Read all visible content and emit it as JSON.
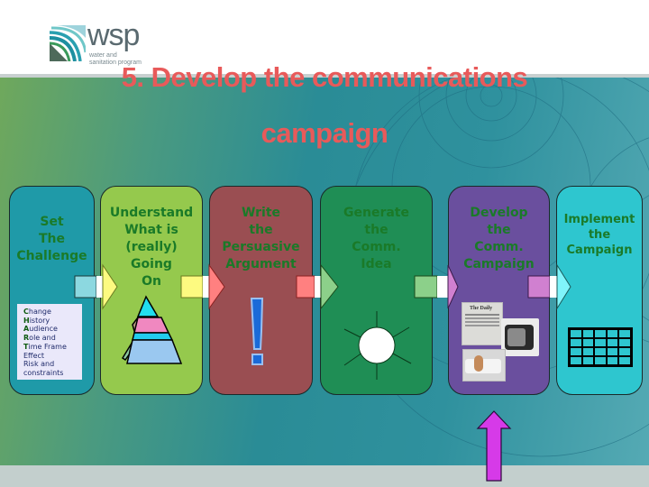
{
  "logo": {
    "name": "wsp",
    "subtitle_line1": "water and",
    "subtitle_line2": "sanitation program"
  },
  "title": {
    "line1": "5. Develop the communications",
    "line2": "campaign",
    "color": "#e85a5a"
  },
  "steps": [
    {
      "label_lines": [
        "Set",
        "The",
        "Challenge"
      ],
      "color": "#1f9aa8",
      "icon": "chart-checklist"
    },
    {
      "label_lines": [
        "Understand",
        "What is",
        "(really)",
        "Going",
        "On"
      ],
      "color": "#95c94d",
      "icon": "pyramid-icon"
    },
    {
      "label_lines": [
        "Write",
        "the",
        "Persuasive",
        "Argument"
      ],
      "color": "#9a4e52",
      "icon": "exclamation-icon"
    },
    {
      "label_lines": [
        "Generate",
        "the",
        "Comm.",
        "Idea"
      ],
      "color": "#1f8e55",
      "icon": "sun-icon"
    },
    {
      "label_lines": [
        "Develop",
        "the",
        "Comm.",
        "Campaign"
      ],
      "color": "#6a4f9e",
      "icon": "media-collage-image"
    },
    {
      "label_lines": [
        "Implement",
        "the",
        "Campaign"
      ],
      "color": "#2ec6cf",
      "icon": "grid-icon"
    }
  ],
  "chart_checklist": [
    {
      "cap": "C",
      "rest": "hange"
    },
    {
      "cap": "H",
      "rest": "istory"
    },
    {
      "cap": "A",
      "rest": "udience"
    },
    {
      "cap": "R",
      "rest": "ole and"
    },
    {
      "cap": "T",
      "rest": "ime Frame"
    },
    {
      "cap": "",
      "rest": "Effect"
    },
    {
      "cap": "",
      "rest": "Risk and"
    },
    {
      "cap": "",
      "rest": "constraints"
    }
  ],
  "media_collage": {
    "newspaper_headline": "The Daily"
  },
  "indicator_arrow": {
    "color": "#d63ae8",
    "points_to_step": 5
  }
}
